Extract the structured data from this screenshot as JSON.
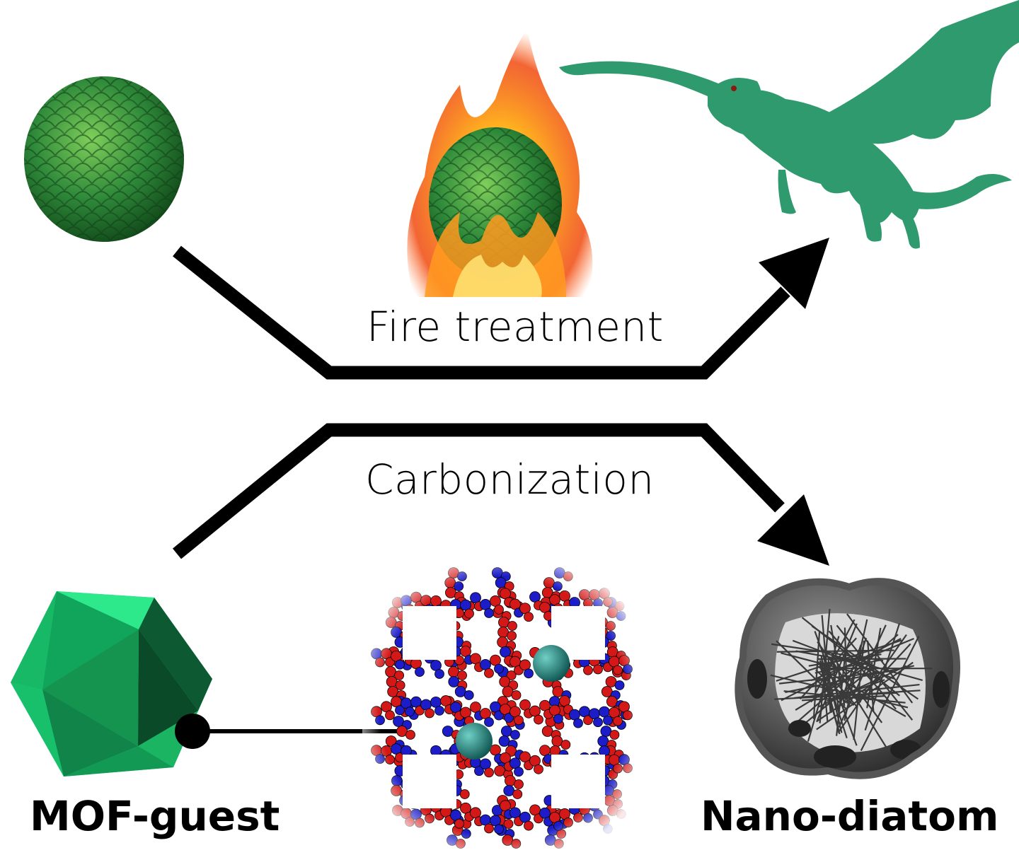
{
  "labels": {
    "fire_treatment": "Fire treatment",
    "carbonization": "Carbonization",
    "mof_guest": "MOF-guest",
    "nano_diatom": "Nano-diatom"
  },
  "colors": {
    "egg_green": "#2f8a3a",
    "dragon_green": "#2e9a6e",
    "mof_green": "#1fd47a",
    "mof_dark": "#0d5a32",
    "framework_red": "#d41818",
    "framework_blue": "#1c1cc8",
    "guest_teal": "#1f7f78",
    "diatom_gray": "#606060",
    "arrow": "#000000"
  }
}
